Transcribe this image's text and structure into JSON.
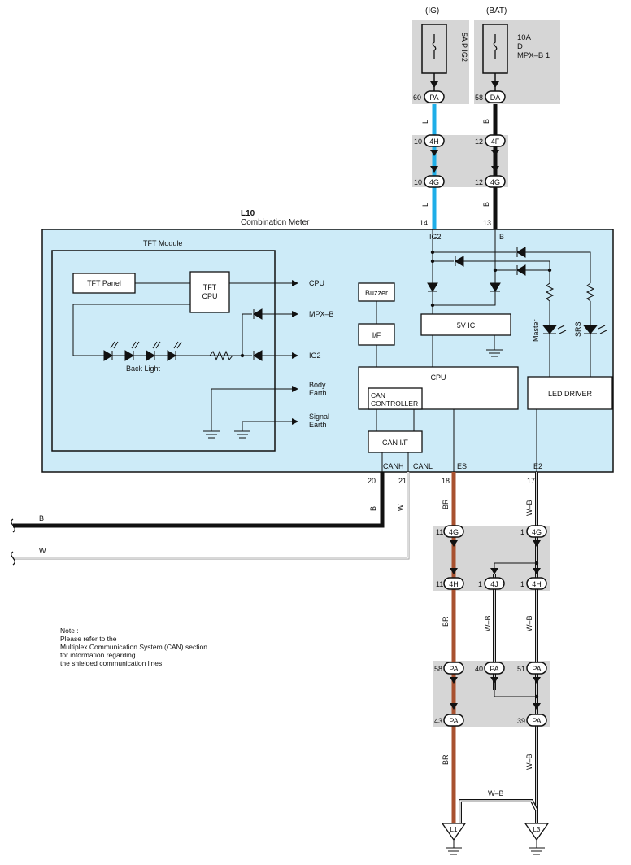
{
  "top": {
    "ig_label": "(IG)",
    "bat_label": "(BAT)",
    "fuse_ig": "5A P IG2",
    "fuse_bat": [
      "10A",
      "D",
      "MPX–B 1"
    ]
  },
  "connectors": {
    "pa": "PA",
    "da": "DA",
    "c4h": "4H",
    "c4f": "4F",
    "c4g": "4G",
    "c4j": "4J",
    "pin_60": "60",
    "pin_58": "58",
    "pin_10": "10",
    "pin_12": "12",
    "pin_14": "14",
    "pin_13": "13",
    "pin_20": "20",
    "pin_21": "21",
    "pin_18": "18",
    "pin_17": "17",
    "pin_11": "11",
    "pin_1": "1",
    "pin_40": "40",
    "pin_51": "51",
    "pin_43": "43",
    "pin_39": "39"
  },
  "wires": {
    "l": "L",
    "b": "B",
    "w": "W",
    "br": "BR",
    "wb": "W–B"
  },
  "meter": {
    "code": "L10",
    "name": "Combination Meter",
    "tft_module": "TFT Module",
    "tft_panel": "TFT Panel",
    "tft_cpu": [
      "TFT",
      "CPU"
    ],
    "cpu_out": "CPU",
    "mpxb": "MPX–B",
    "ig2": "IG2",
    "body_earth": [
      "Body",
      "Earth"
    ],
    "signal_earth": [
      "Signal",
      "Earth"
    ],
    "back_light": "Back Light",
    "buzzer": "Buzzer",
    "if": "I/F",
    "ic5v": "5V IC",
    "cpu": "CPU",
    "can_controller": [
      "CAN",
      "CONTROLLER"
    ],
    "can_if": "CAN I/F",
    "led_driver": "LED DRIVER",
    "master": "Master",
    "srs": "SRS",
    "term_ig2": "IG2",
    "term_b": "B",
    "canh": "CANH",
    "canl": "CANL",
    "es": "ES",
    "e2": "E2"
  },
  "grounds": {
    "l1": "L1",
    "l3": "L3"
  },
  "note": [
    "Note :",
    "Please refer to the",
    "Multiplex Communication System (CAN) section",
    "for information regarding",
    "the shielded communication lines."
  ],
  "colors": {
    "meter_fill": "#cdebf8",
    "grey_box": "#d6d6d6",
    "wire_l": "#1eaee8",
    "wire_br": "#a8512f",
    "wire_b": "#111111"
  }
}
